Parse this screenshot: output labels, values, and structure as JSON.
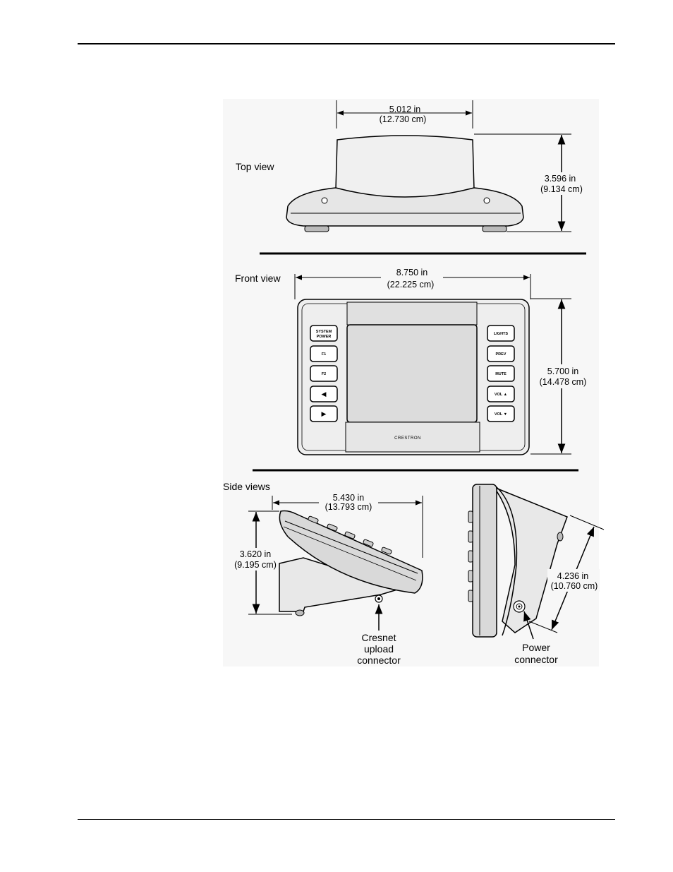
{
  "figure": {
    "top_view": {
      "title": "Top view",
      "width_in": "5.012 in",
      "width_cm": "(12.730 cm)",
      "height_in": "3.596 in",
      "height_cm": "(9.134 cm)"
    },
    "front_view": {
      "title": "Front view",
      "width_in": "8.750 in",
      "width_cm": "(22.225 cm)",
      "height_in": "5.700 in",
      "height_cm": "(14.478 cm)",
      "brand": "CRESTRON",
      "left_buttons": [
        "SYSTEM",
        "POWER",
        "F1",
        "F2",
        "◀",
        "▶"
      ],
      "right_buttons": [
        "LIGHTS",
        "PREV",
        "MUTE",
        "VOL ▲",
        "VOL ▼"
      ]
    },
    "side_views": {
      "title": "Side views",
      "depth_in": "5.430 in",
      "depth_cm": "(13.793 cm)",
      "height_in": "3.620 in",
      "height_cm": "(9.195 cm)",
      "diag_in": "4.236 in",
      "diag_cm": "(10.760 cm)",
      "cresnet_label": [
        "Cresnet",
        "upload",
        "connector"
      ],
      "power_label": [
        "Power",
        "connector"
      ]
    }
  }
}
